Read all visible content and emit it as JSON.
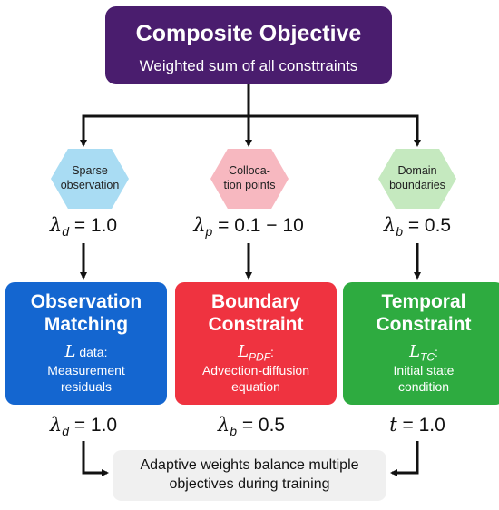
{
  "top": {
    "title": "Composite Objective",
    "subtitle": "Weighted sum of all consttraints"
  },
  "hexagons": [
    {
      "line1": "Sparse",
      "line2": "observation",
      "color": "#a9dcf3"
    },
    {
      "line1": "Colloca-",
      "line2": "tion points",
      "color": "#f7b8c0"
    },
    {
      "line1": "Domain",
      "line2": "boundaries",
      "color": "#c5e9bf"
    }
  ],
  "weights_top": [
    {
      "symbol": "λ",
      "sub": "d",
      "value": " = 1.0"
    },
    {
      "symbol": "λ",
      "sub": "p",
      "value": " = 0.1 − 10"
    },
    {
      "symbol": "λ",
      "sub": "b",
      "value": " = 0.5"
    }
  ],
  "cards": [
    {
      "title1": "Observation",
      "title2": "Matching",
      "symbol": "L",
      "sub": "",
      "suffix": " data:",
      "desc1": "Measurement",
      "desc2": "residuals",
      "color": "#1466d0"
    },
    {
      "title1": "Boundary",
      "title2": "Constraint",
      "symbol": "L",
      "sub": "PDF",
      "suffix": ":",
      "desc1": "Advection-diffusion",
      "desc2": "equation",
      "color": "#ef3340"
    },
    {
      "title1": "Temporal",
      "title2": "Constraint",
      "symbol": "L",
      "sub": "TC",
      "suffix": ":",
      "desc1": "Initial state",
      "desc2": "condition",
      "color": "#2eab40"
    }
  ],
  "weights_bottom": [
    {
      "symbol": "λ",
      "sub": "d",
      "value": " = 1.0"
    },
    {
      "symbol": "λ",
      "sub": "b",
      "value": " = 0.5"
    },
    {
      "symbol": "t",
      "sub": "",
      "value": " = 1.0"
    }
  ],
  "bottom": {
    "line1": "Adaptive weights balance multiple",
    "line2": "objectives during training"
  }
}
